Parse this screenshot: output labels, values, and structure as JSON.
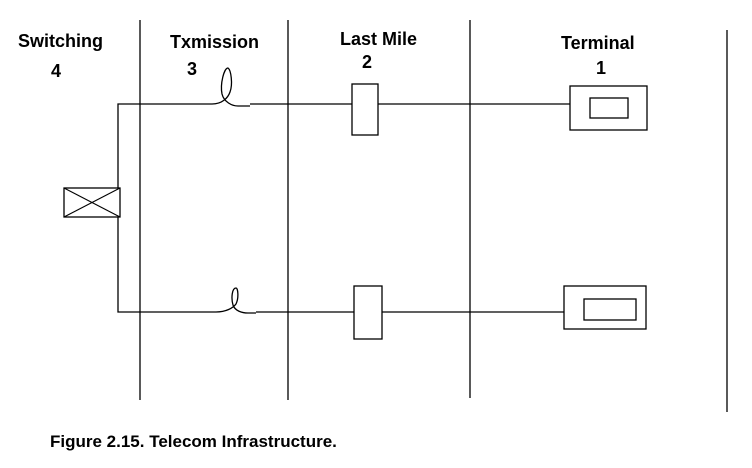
{
  "columns": [
    {
      "name": "Switching",
      "number": "4"
    },
    {
      "name": "Txmission",
      "number": "3"
    },
    {
      "name": "Last Mile",
      "number": "2"
    },
    {
      "name": "Terminal",
      "number": "1"
    }
  ],
  "caption": "Figure 2.15. Telecom Infrastructure.",
  "colors": {
    "ink": "#000000",
    "background": "#ffffff"
  }
}
